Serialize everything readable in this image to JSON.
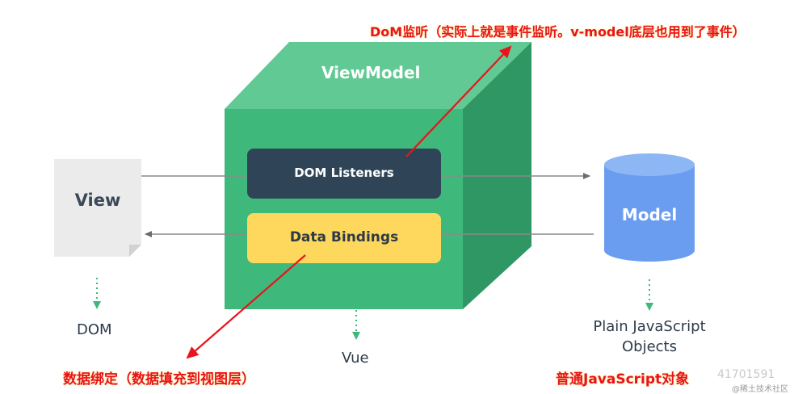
{
  "viewmodel": {
    "title": "ViewModel"
  },
  "dom_listeners": {
    "label": "DOM Listeners"
  },
  "data_bindings": {
    "label": "Data Bindings"
  },
  "view": {
    "label": "View"
  },
  "model": {
    "label": "Model"
  },
  "bottom_labels": {
    "dom": "DOM",
    "vue": "Vue",
    "plain_js_line1": "Plain JavaScript",
    "plain_js_line2": "Objects"
  },
  "annotations": {
    "dom_listen": "DoM监听（实际上就是事件监听。v-model底层也用到了事件）",
    "data_binding": "数据绑定（数据填充到视图层）",
    "plain_object": "普通JavaScript对象"
  },
  "watermark": {
    "text": "41701591",
    "site": "@稀土技术社区"
  },
  "colors": {
    "cube_front": "#3fb97b",
    "cube_top": "#61c994",
    "cube_side": "#2e9763",
    "dom_listeners_box": "#2f4557",
    "data_bindings_box": "#fdd85c",
    "model_cylinder": "#6a9df0",
    "annotation": "#e8141c"
  }
}
